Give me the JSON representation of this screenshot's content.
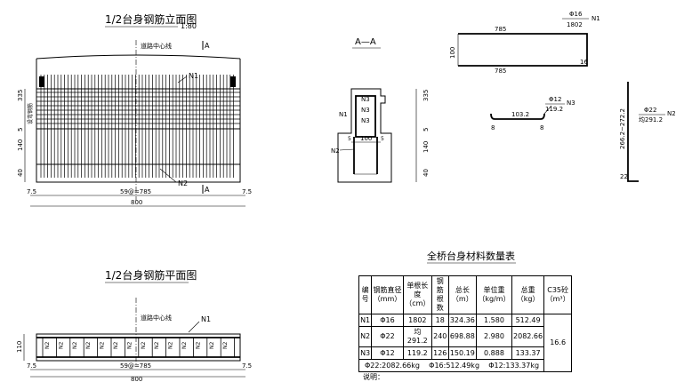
{
  "elevation": {
    "title": "1/2台身钢筋立面图",
    "scale": "1:80",
    "centerline": "道路中心线",
    "section_mark": "A",
    "label_n1": "N1",
    "label_n2": "N2",
    "side_note": "设弯钢筋",
    "dims_left": [
      "335",
      "5",
      "140",
      "40"
    ],
    "dim_spacing": "59@=785",
    "dim_edge": "7.5",
    "dim_total": "800"
  },
  "section": {
    "title": "A—A",
    "labels": [
      "N3",
      "N3",
      "N3",
      "N1",
      "N2"
    ],
    "dim_width": "100",
    "dim_5": "5",
    "dims_right": [
      "335",
      "5",
      "140",
      "40"
    ]
  },
  "bar_n1": {
    "spec": "Φ16",
    "length": "1802",
    "label": "N1",
    "d_top": "785",
    "d_bottom": "785",
    "d_side": "100",
    "d_hook": "16"
  },
  "bar_n3": {
    "spec": "Φ12",
    "length": "119.2",
    "label": "N3",
    "d_len": "103.2",
    "d_end1": "8",
    "d_end2": "8"
  },
  "bar_n2": {
    "spec": "Φ22",
    "length": "均291.2",
    "label": "N2",
    "d_height": "266.2~272.2",
    "d_foot": "22"
  },
  "plan": {
    "title": "1/2台身钢筋平面图",
    "centerline": "道路中心线",
    "label_n1": "N1",
    "n2_label": "N2",
    "dim_width": "110",
    "dim_spacing": "59@=785",
    "dim_edge": "7.5",
    "dim_total": "800"
  },
  "material_table": {
    "title": "全桥台身材料数量表",
    "headers": [
      "编号",
      "钢筋直径（mm）",
      "单根长度（cm）",
      "钢筋根数",
      "总长（m）",
      "单位重（kg/m）",
      "总重（kg）",
      "C35砼（m³）"
    ],
    "rows": [
      [
        "N1",
        "Φ16",
        "1802",
        "18",
        "324.36",
        "1.580",
        "512.49"
      ],
      [
        "N2",
        "Φ22",
        "均291.2",
        "240",
        "698.88",
        "2.980",
        "2082.66"
      ],
      [
        "N3",
        "Φ12",
        "119.2",
        "126",
        "150.19",
        "0.888",
        "133.37"
      ]
    ],
    "concrete": "16.6",
    "totals": [
      "Φ22:2082.66kg",
      "Φ16:512.49kg",
      "Φ12:133.37kg"
    ]
  },
  "note": "说明："
}
